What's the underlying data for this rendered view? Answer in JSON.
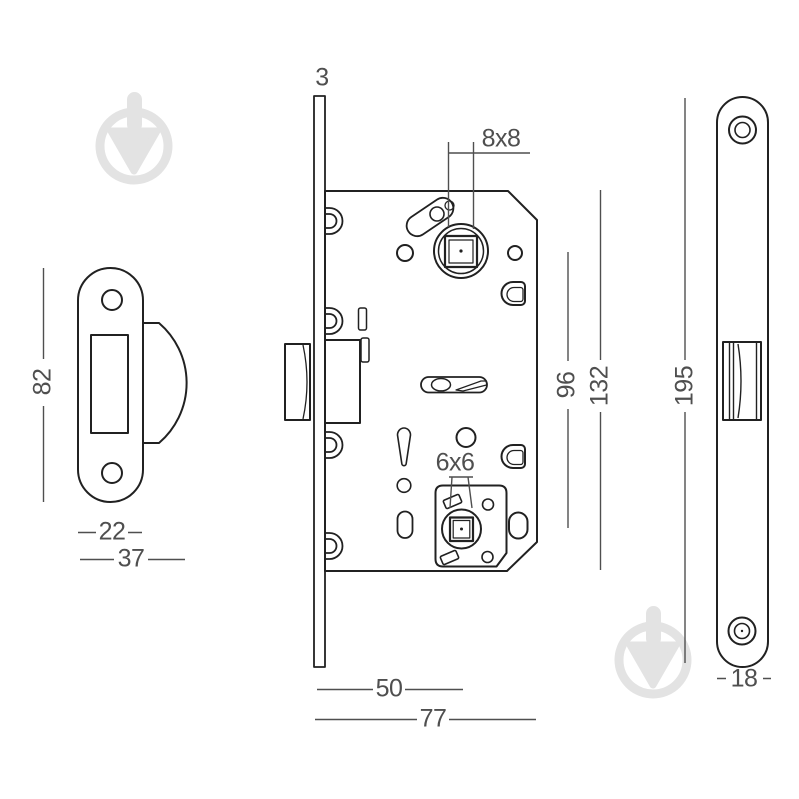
{
  "title": "Mortise WC lock technical drawing",
  "labels": {
    "faceplate_thickness": "3",
    "spindle_square": "8x8",
    "wc_square": "6x6",
    "handle_to_wc": "96",
    "body_height": "132",
    "faceplate_height": "195",
    "strike_height": "82",
    "strike_width": "22",
    "strike_total_width": "37",
    "backset": "50",
    "body_depth": "77",
    "faceplate_width": "18"
  },
  "colors": {
    "line": "#212121",
    "dimension": "#4f4f4f",
    "watermark": "#e3e3e3",
    "background": "#ffffff"
  },
  "icons": {
    "watermark": "brand-watermark-icon"
  }
}
